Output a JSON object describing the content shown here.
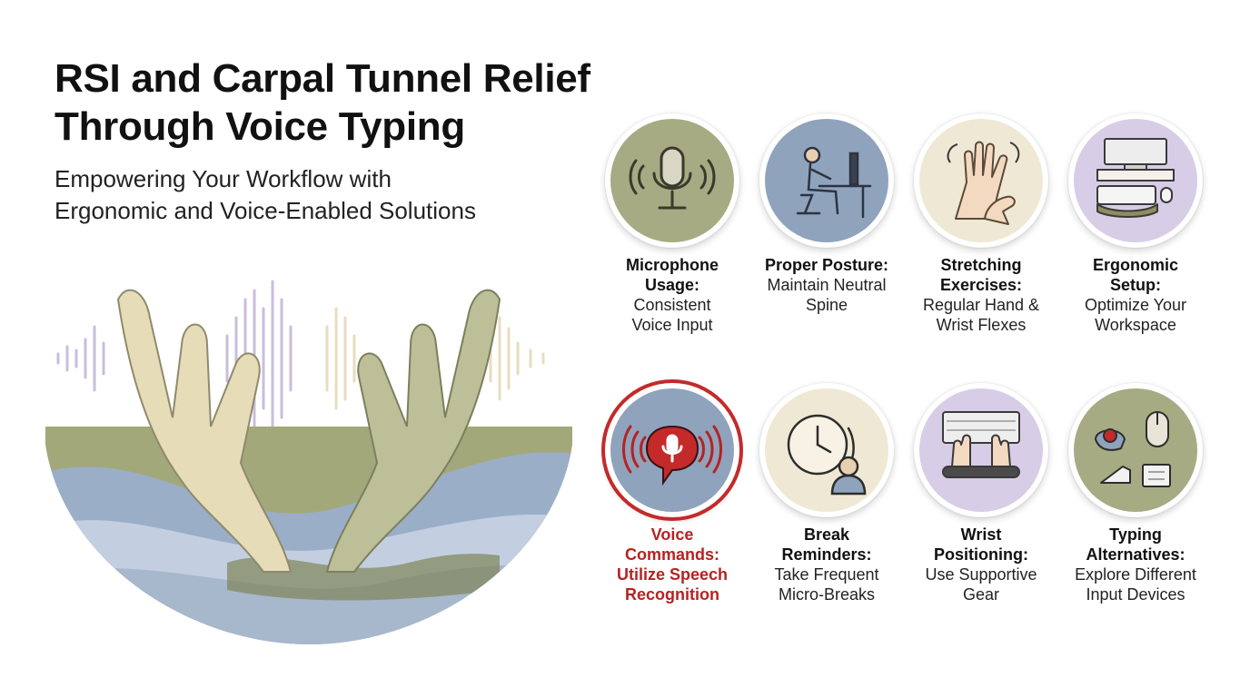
{
  "header": {
    "title_line1": "RSI and Carpal Tunnel Relief",
    "title_line2": "Through Voice Typing",
    "subtitle_line1": "Empowering Your Workflow with",
    "subtitle_line2": "Ergonomic and Voice-Enabled Solutions"
  },
  "colors": {
    "accent_red": "#c42a2a",
    "olive": "#a7ab83",
    "blue_gray": "#8fa3bd",
    "cream": "#efe8d4",
    "lavender": "#d8cde6"
  },
  "tiles": [
    {
      "icon": "microphone-icon",
      "bold1": "Microphone",
      "bold2": "Usage:",
      "desc1": "Consistent",
      "desc2": "Voice Input",
      "active": false
    },
    {
      "icon": "posture-icon",
      "bold1": "Proper Posture:",
      "bold2": "",
      "desc1": "Maintain Neutral",
      "desc2": "Spine",
      "active": false
    },
    {
      "icon": "stretching-hands-icon",
      "bold1": "Stretching",
      "bold2": "Exercises:",
      "desc1": "Regular Hand &",
      "desc2": "Wrist Flexes",
      "active": false
    },
    {
      "icon": "ergonomic-desk-icon",
      "bold1": "Ergonomic",
      "bold2": "Setup:",
      "desc1": "Optimize Your",
      "desc2": "Workspace",
      "active": false
    },
    {
      "icon": "voice-command-icon",
      "bold1": "Voice",
      "bold2": "Commands:",
      "desc1": "Utilize Speech",
      "desc2": "Recognition",
      "active": true
    },
    {
      "icon": "clock-break-icon",
      "bold1": "Break",
      "bold2": "Reminders:",
      "desc1": "Take Frequent",
      "desc2": "Micro-Breaks",
      "active": false
    },
    {
      "icon": "wrist-rest-keyboard-icon",
      "bold1": "Wrist",
      "bold2": "Positioning:",
      "desc1": "Use Supportive",
      "desc2": "Gear",
      "active": false
    },
    {
      "icon": "input-devices-icon",
      "bold1": "Typing",
      "bold2": "Alternatives:",
      "desc1": "Explore Different",
      "desc2": "Input Devices",
      "active": false
    }
  ]
}
